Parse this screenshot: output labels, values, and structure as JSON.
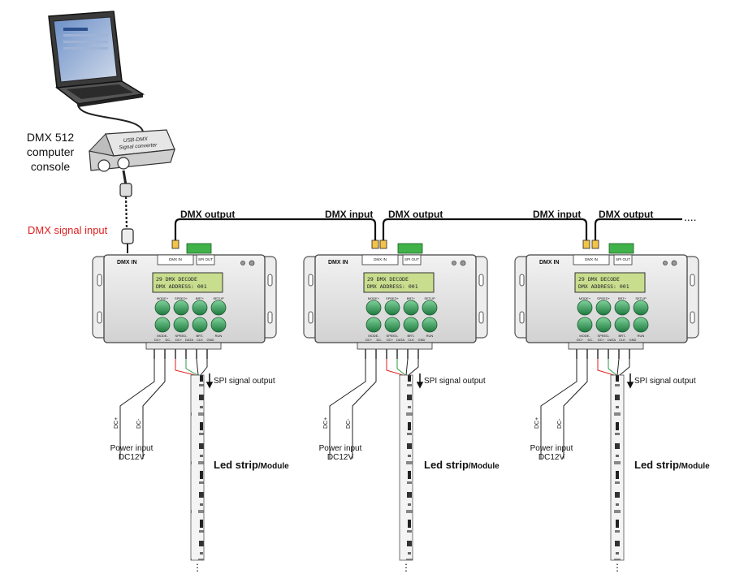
{
  "console": {
    "label_lines": [
      "DMX 512",
      "computer",
      "console"
    ],
    "converter_lines": [
      "USB-DMX",
      "Signal converter"
    ]
  },
  "dmx_signal_input": "DMX signal input",
  "links": {
    "dmx_output": "DMX output",
    "dmx_input": "DMX  input",
    "ellipsis": "...."
  },
  "decoder": {
    "dmx_in_label": "DMX IN",
    "dmx_in_port": "DMX IN",
    "spi_out_port": "SPI OUT",
    "lcd_line1": "29 DMX DECODE",
    "lcd_line2": "DMX ADDRESS:    001",
    "buttons_top": [
      "MODE+",
      "SPEED+",
      "BRT+",
      "SETUP"
    ],
    "buttons_bottom": [
      "MODE-",
      "SPEED-",
      "BRT-",
      "RUN"
    ],
    "terminals": [
      "DC+",
      "DC-",
      "DC+",
      "DATA",
      "CLK",
      "GND"
    ]
  },
  "annotations": {
    "spi_output": "SPI signal output",
    "power_lines": [
      "Power input",
      "DC12V"
    ],
    "dc_plus": "DC+",
    "dc_minus": "DC-",
    "strip_bold": "Led strip",
    "strip_suffix": "/Module"
  },
  "colors": {
    "button_green": "#2e9a55",
    "lcd_green": "#c9dd8f",
    "terminal_green": "#3fb24a",
    "signal_red": "#e02020"
  },
  "decoder_count": 3
}
